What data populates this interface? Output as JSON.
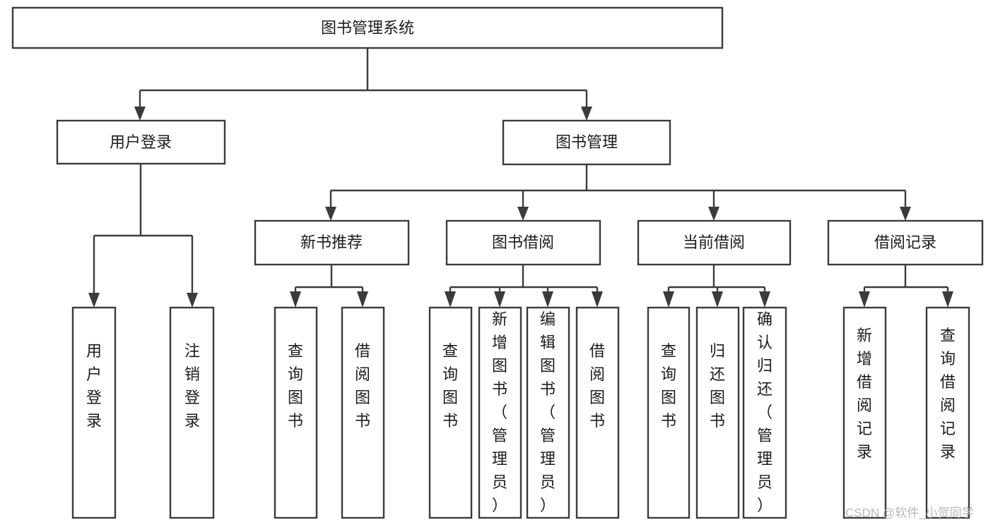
{
  "diagram": {
    "title": "图书管理系统",
    "type": "tree",
    "orientation": "top-down",
    "colors": {
      "box_stroke": "#3b3b3b",
      "box_fill": "#ffffff",
      "text": "#1c1c1c",
      "connector": "#3b3b3b",
      "background": "#ffffff",
      "watermark": "#b8b8b8"
    },
    "root": {
      "label": "图书管理系统"
    },
    "level1": [
      {
        "label": "用户登录"
      },
      {
        "label": "图书管理"
      }
    ],
    "level2": [
      {
        "label": "新书推荐"
      },
      {
        "label": "图书借阅"
      },
      {
        "label": "当前借阅"
      },
      {
        "label": "借阅记录"
      }
    ],
    "leaves": {
      "user_login": [
        {
          "label": "用户登录"
        },
        {
          "label": "注销登录"
        }
      ],
      "new_book_recommend": [
        {
          "label": "查询图书"
        },
        {
          "label": "借阅图书"
        }
      ],
      "book_borrow": [
        {
          "label": "查询图书"
        },
        {
          "label": "新增图书（管理员）"
        },
        {
          "label": "编辑图书（管理员）"
        },
        {
          "label": "借阅图书"
        }
      ],
      "current_borrow": [
        {
          "label": "查询图书"
        },
        {
          "label": "归还图书"
        },
        {
          "label": "确认归还（管理员）"
        }
      ],
      "borrow_records": [
        {
          "label": "新增借阅记录"
        },
        {
          "label": "查询借阅记录"
        }
      ]
    }
  },
  "watermark": {
    "text": "CSDN @软件_小贺同学"
  }
}
